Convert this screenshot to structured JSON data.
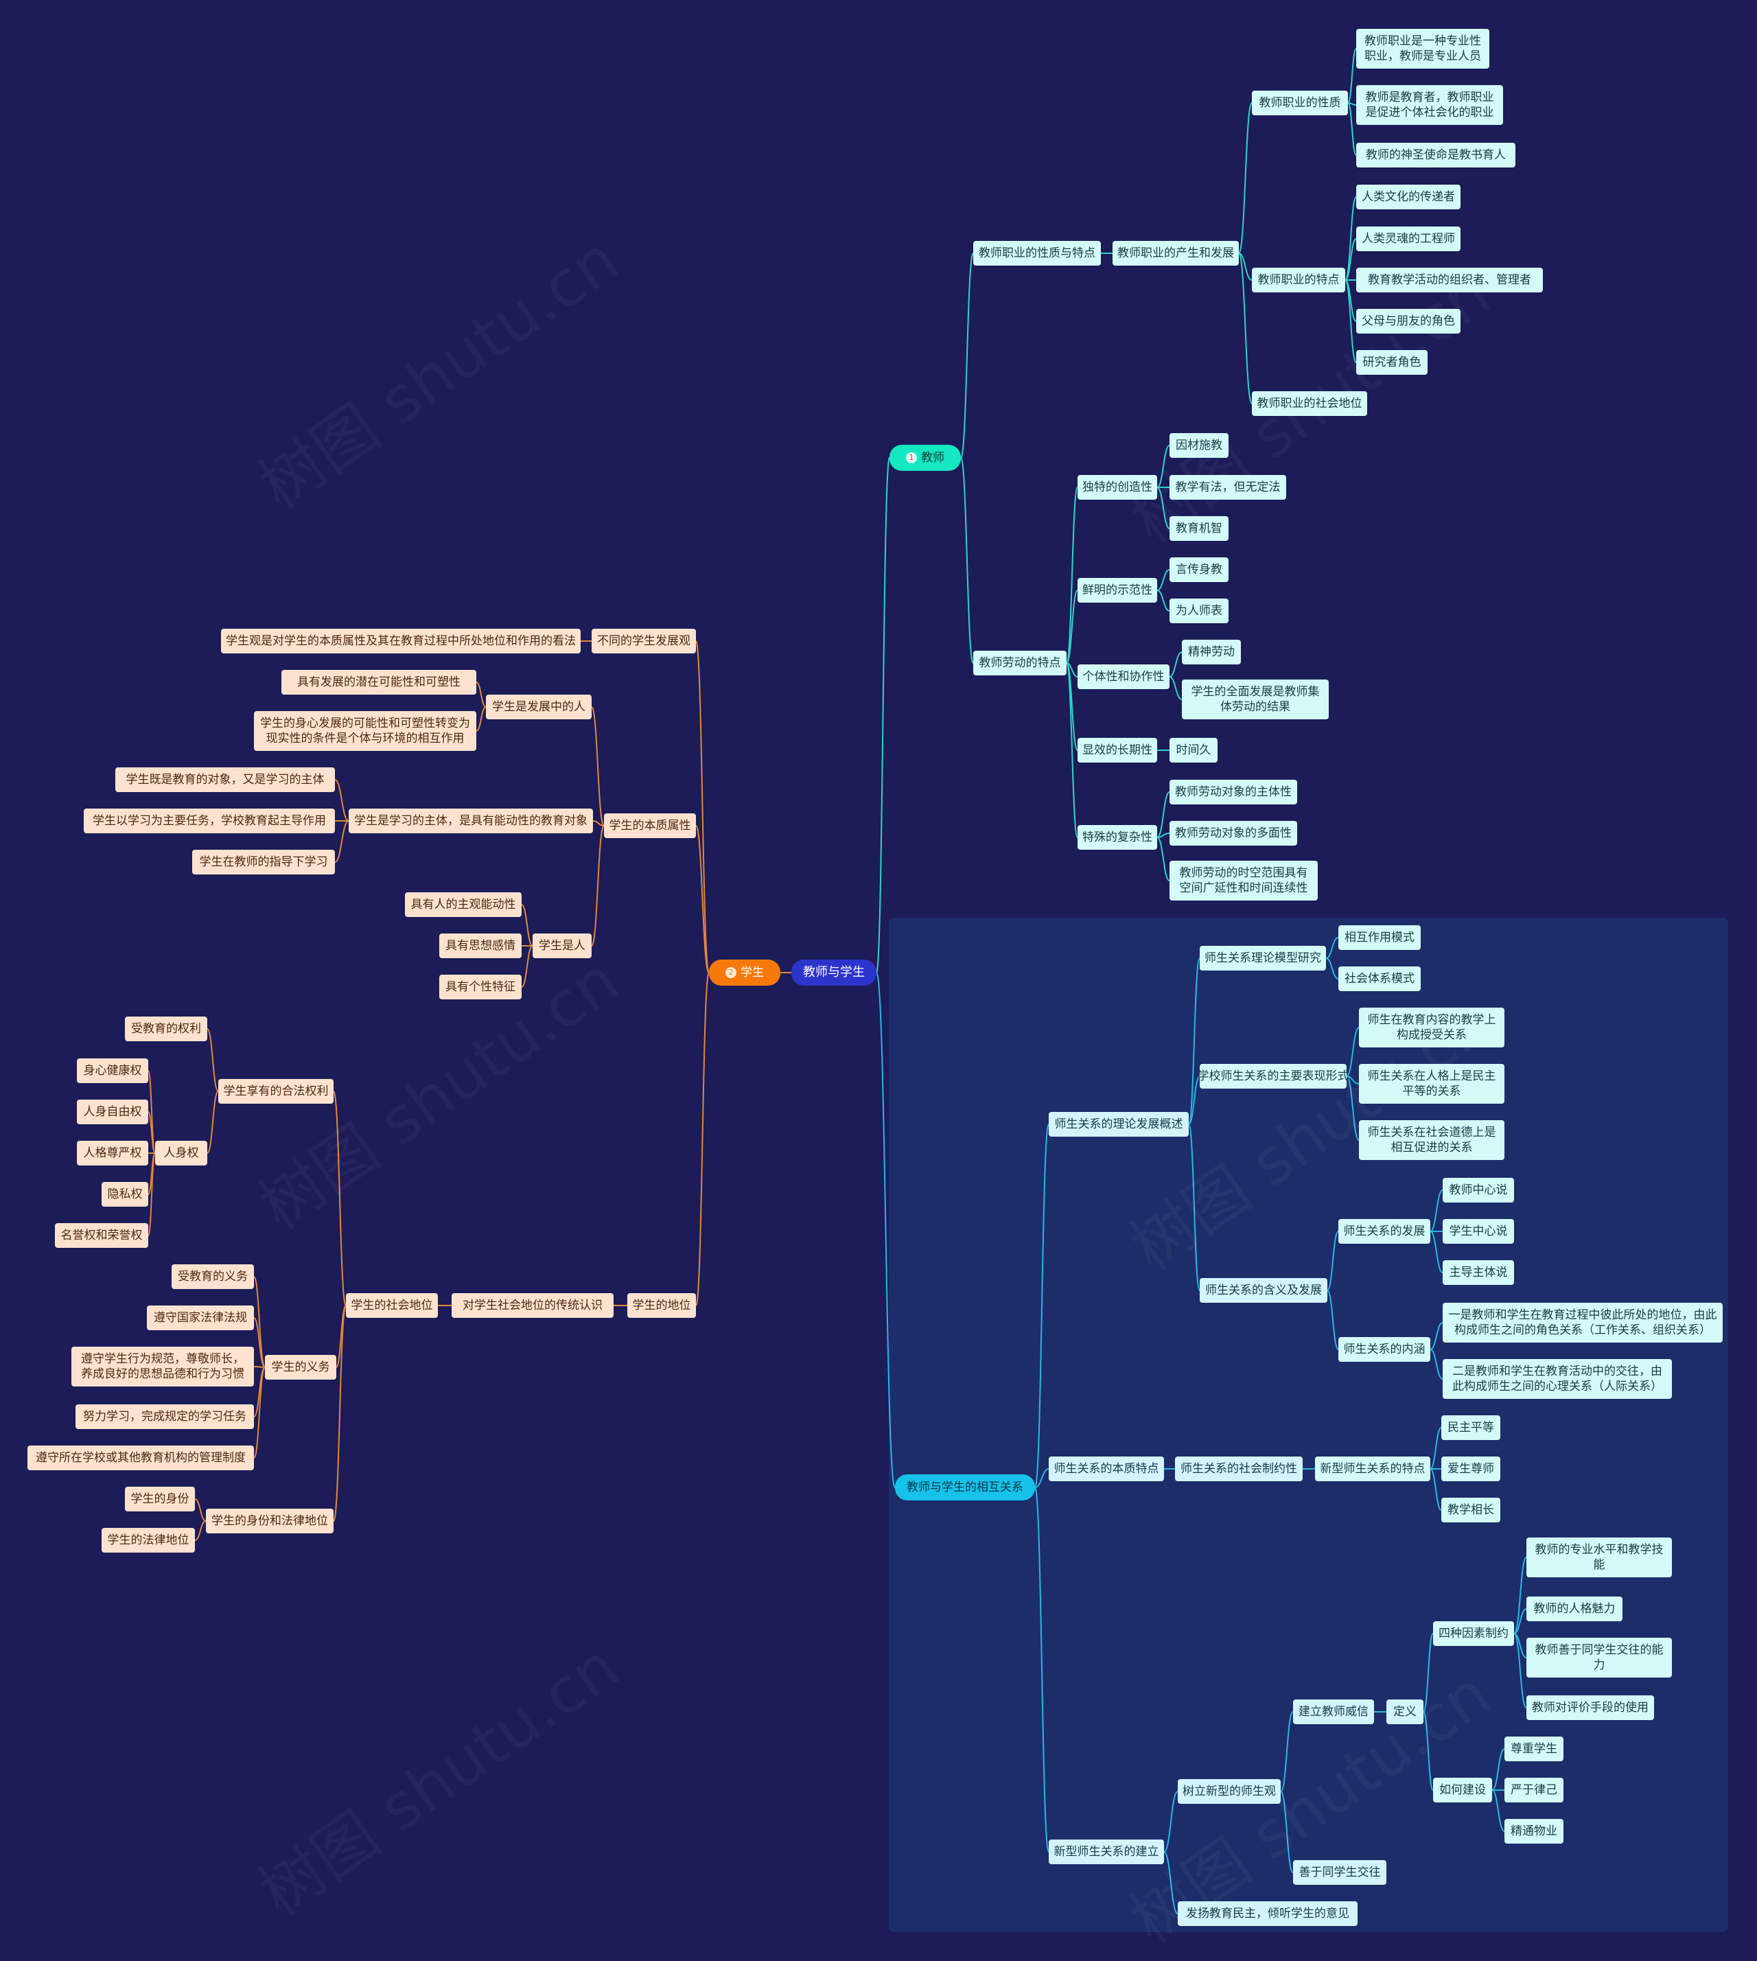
{
  "watermark": "树图 shutu.cn",
  "colors": {
    "background": "#1b1c58",
    "teacher_line": "#2fd4c8",
    "relation_line": "#27b7e6",
    "student_line": "#e7863a",
    "teacher_node": "#d4fbf7",
    "relation_node": "#d3f4fc",
    "student_node": "#fde3cf"
  },
  "root": "教师与学生",
  "teacher": {
    "badge": "1",
    "label": "教师",
    "nature": {
      "label": "教师职业的性质与特点",
      "origin": "教师职业的产生和发展",
      "nature_group": {
        "label": "教师职业的性质",
        "items": [
          "教师职业是一种专业性职业，教师是专业人员",
          "教师是教育者，教师职业是促进个体社会化的职业",
          "教师的神圣使命是教书育人"
        ]
      },
      "traits": {
        "label": "教师职业的特点",
        "items": [
          "人类文化的传递者",
          "人类灵魂的工程师",
          "教育教学活动的组织者、管理者",
          "父母与朋友的角色",
          "研究者角色"
        ]
      },
      "status": "教师职业的社会地位"
    },
    "labor": {
      "label": "教师劳动的特点",
      "creativity": {
        "label": "独特的创造性",
        "items": [
          "因材施教",
          "教学有法，但无定法",
          "教育机智"
        ]
      },
      "demonstration": {
        "label": "鲜明的示范性",
        "items": [
          "言传身教",
          "为人师表"
        ]
      },
      "cooperation": {
        "label": "个体性和协作性",
        "items": [
          "精神劳动",
          "学生的全面发展是教师集体劳动的结果"
        ]
      },
      "long_term": {
        "label": "显效的长期性",
        "items": [
          "时间久"
        ]
      },
      "complexity": {
        "label": "特殊的复杂性",
        "items": [
          "教师劳动对象的主体性",
          "教师劳动对象的多面性",
          "教师劳动的时空范围具有空间广延性和时间连续性"
        ]
      }
    }
  },
  "relation": {
    "label": "教师与学生的相互关系",
    "overview": {
      "label": "师生关系的理论发展概述",
      "model": {
        "label": "师生关系理论模型研究",
        "items": [
          "相互作用模式",
          "社会体系模式"
        ]
      },
      "forms": {
        "label": "学校师生关系的主要表现形式",
        "items": [
          "师生在教育内容的教学上构成授受关系",
          "师生关系在人格上是民主平等的关系",
          "师生关系在社会道德上是相互促进的关系"
        ]
      },
      "meaning": {
        "label": "师生关系的含义及发展",
        "development": {
          "label": "师生关系的发展",
          "items": [
            "教师中心说",
            "学生中心说",
            "主导主体说"
          ]
        },
        "connotation": {
          "label": "师生关系的内涵",
          "items": [
            "一是教师和学生在教育过程中彼此所处的地位，由此构成师生之间的角色关系（工作关系、组织关系）",
            "二是教师和学生在教育活动中的交往，由此构成师生之间的心理关系（人际关系）"
          ]
        }
      }
    },
    "essence": {
      "label": "师生关系的本质特点",
      "social": "师生关系的社会制约性",
      "new_type": {
        "label": "新型师生关系的特点",
        "items": [
          "民主平等",
          "爱生尊师",
          "教学相长"
        ]
      }
    },
    "build": {
      "label": "新型师生关系的建立",
      "view": {
        "label": "树立新型的师生观",
        "prestige": {
          "label": "建立教师威信",
          "definition": "定义",
          "four_factors": {
            "label": "四种因素制约",
            "items": [
              "教师的专业水平和教学技能",
              "教师的人格魅力",
              "教师善于同学生交往的能力",
              "教师对评价手段的使用"
            ]
          },
          "how": {
            "label": "如何建设",
            "items": [
              "尊重学生",
              "严于律己",
              "精通物业"
            ]
          }
        },
        "communicate": "善于同学生交往"
      },
      "democracy": "发扬教育民主，倾听学生的意见"
    }
  },
  "student": {
    "badge": "2",
    "label": "学生",
    "views": {
      "label": "不同的学生发展观",
      "items": [
        "学生观是对学生的本质属性及其在教育过程中所处地位和作用的看法"
      ]
    },
    "essence": {
      "label": "学生的本质属性",
      "developing": {
        "label": "学生是发展中的人",
        "items": [
          "具有发展的潜在可能性和可塑性",
          "学生的身心发展的可能性和可塑性转变为现实性的条件是个体与环境的相互作用"
        ]
      },
      "subject": {
        "label": "学生是学习的主体，是具有能动性的教育对象",
        "items": [
          "学生既是教育的对象，又是学习的主体",
          "学生以学习为主要任务，学校教育起主导作用",
          "学生在教师的指导下学习"
        ]
      },
      "human": {
        "label": "学生是人",
        "items": [
          "具有人的主观能动性",
          "具有思想感情",
          "具有个性特征"
        ]
      }
    },
    "position": {
      "label": "学生的地位",
      "traditional": "对学生社会地位的传统认识",
      "social": {
        "label": "学生的社会地位",
        "rights": {
          "label": "学生享有的合法权利",
          "education": "受教育的权利",
          "personal": {
            "label": "人身权",
            "items": [
              "身心健康权",
              "人身自由权",
              "人格尊严权",
              "隐私权",
              "名誉权和荣誉权"
            ]
          }
        },
        "duties": {
          "label": "学生的义务",
          "items": [
            "受教育的义务",
            "遵守国家法律法规",
            "遵守学生行为规范，尊敬师长，养成良好的思想品德和行为习惯",
            "努力学习，完成规定的学习任务",
            "遵守所在学校或其他教育机构的管理制度"
          ]
        },
        "identity": {
          "label": "学生的身份和法律地位",
          "items": [
            "学生的身份",
            "学生的法律地位"
          ]
        }
      }
    }
  }
}
